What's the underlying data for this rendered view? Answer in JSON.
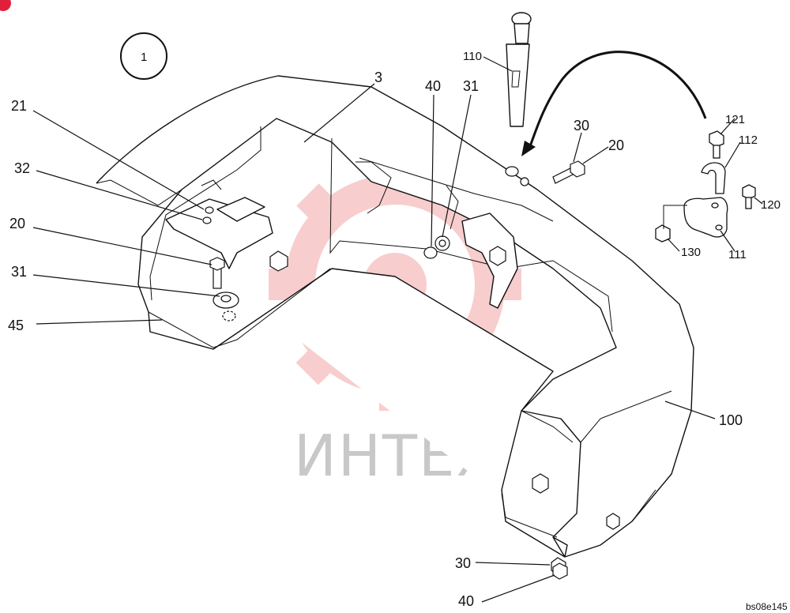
{
  "figure_number": "1",
  "reference_code": "bs08e145",
  "watermark_text": "ИНТЕХ",
  "watermark_color": "#f4a5a5",
  "callouts": [
    {
      "id": "c-21-left",
      "text": "21"
    },
    {
      "id": "c-32-left",
      "text": "32"
    },
    {
      "id": "c-20-left",
      "text": "20"
    },
    {
      "id": "c-31-left",
      "text": "31"
    },
    {
      "id": "c-45-left",
      "text": "45"
    },
    {
      "id": "c-3",
      "text": "3"
    },
    {
      "id": "c-40-top",
      "text": "40"
    },
    {
      "id": "c-31-top",
      "text": "31"
    },
    {
      "id": "c-110",
      "text": "110"
    },
    {
      "id": "c-30-top",
      "text": "30"
    },
    {
      "id": "c-20-right",
      "text": "20"
    },
    {
      "id": "c-121",
      "text": "121"
    },
    {
      "id": "c-112",
      "text": "112"
    },
    {
      "id": "c-120",
      "text": "120"
    },
    {
      "id": "c-130",
      "text": "130"
    },
    {
      "id": "c-111",
      "text": "111"
    },
    {
      "id": "c-100",
      "text": "100"
    },
    {
      "id": "c-30-bottom",
      "text": "30"
    },
    {
      "id": "c-40-bottom",
      "text": "40"
    }
  ]
}
